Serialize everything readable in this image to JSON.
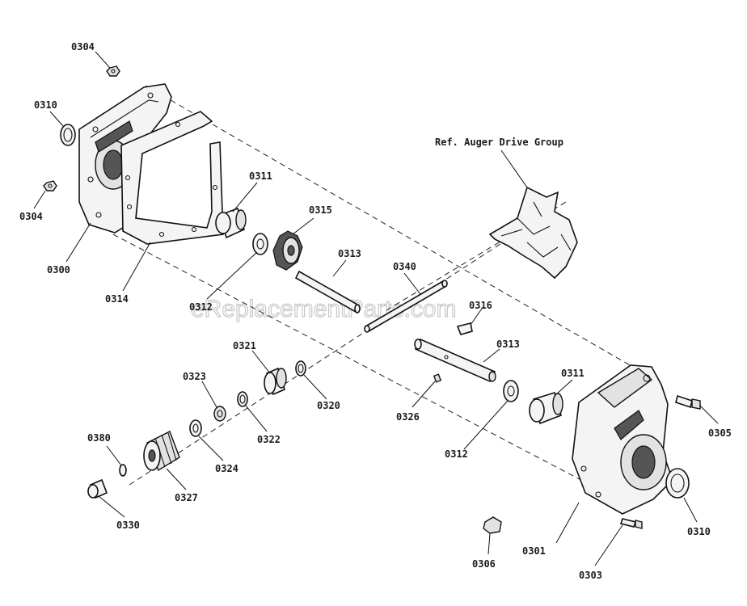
{
  "reference_label": "Ref. Auger Drive Group",
  "watermark": "eReplacementParts.com",
  "part_labels": {
    "p0304a": "0304",
    "p0310a": "0310",
    "p0304b": "0304",
    "p0300": "0300",
    "p0314": "0314",
    "p0311a": "0311",
    "p0315": "0315",
    "p0313a": "0313",
    "p0340": "0340",
    "p0312a": "0312",
    "p0316": "0316",
    "p0313b": "0313",
    "p0321": "0321",
    "p0323": "0323",
    "p0320": "0320",
    "p0322": "0322",
    "p0326": "0326",
    "p0311b": "0311",
    "p0305": "0305",
    "p0380": "0380",
    "p0324": "0324",
    "p0312b": "0312",
    "p0327": "0327",
    "p0330": "0330",
    "p0310b": "0310",
    "p0301": "0301",
    "p0306": "0306",
    "p0303": "0303"
  }
}
